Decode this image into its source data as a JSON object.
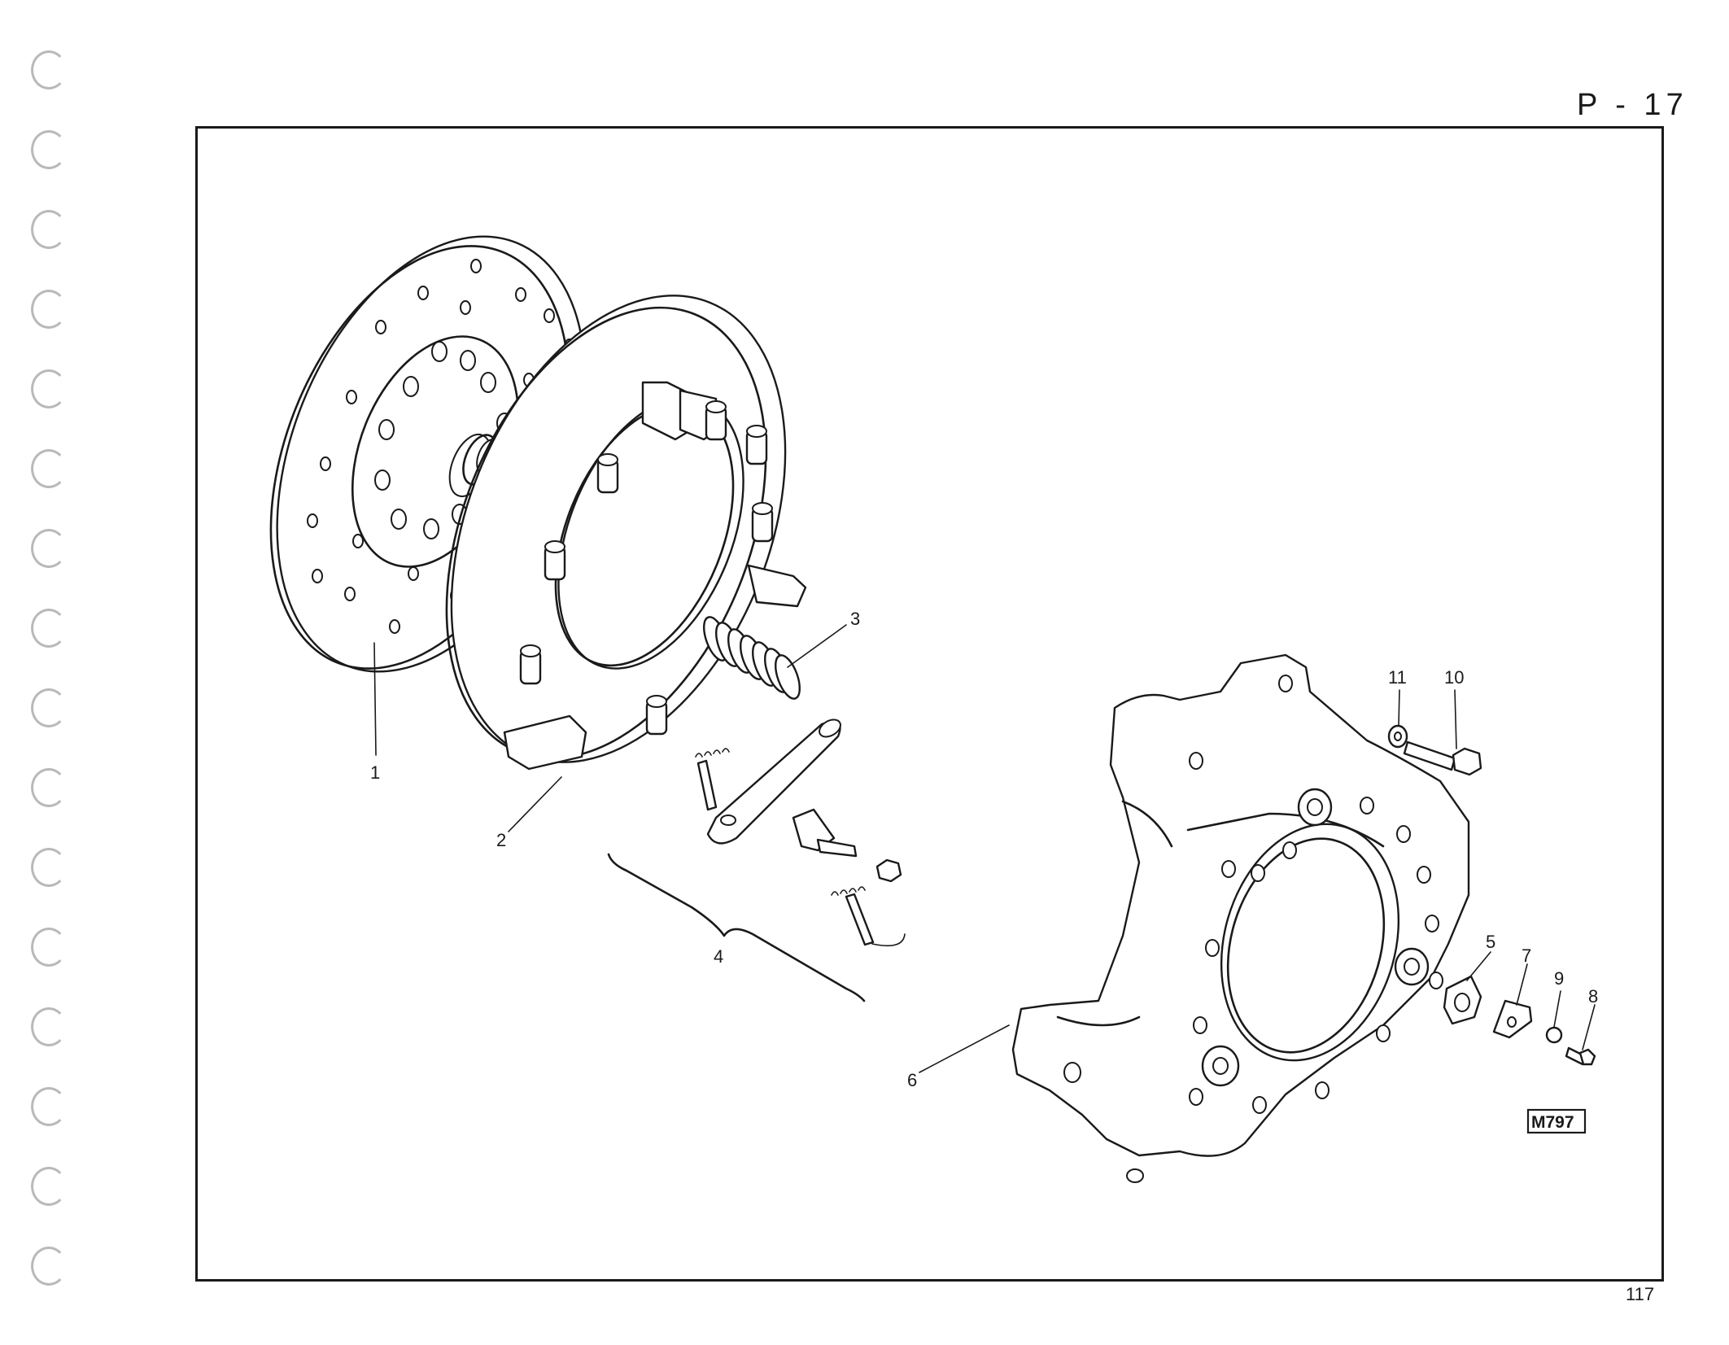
{
  "page": {
    "ref": "P - 17",
    "number": "117",
    "figure_code": "M797"
  },
  "callouts": {
    "c1": "1",
    "c2": "2",
    "c3": "3",
    "c4": "4",
    "c5": "5",
    "c6": "6",
    "c7": "7",
    "c8": "8",
    "c9": "9",
    "c10": "10",
    "c11": "11"
  }
}
